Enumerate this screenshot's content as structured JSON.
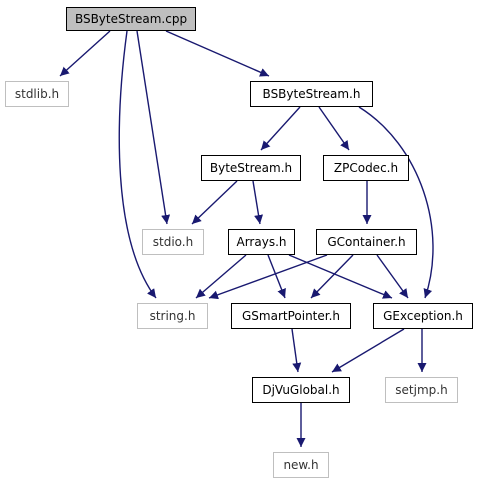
{
  "graph": {
    "edge_color": "#191970",
    "root_fill": "#bfbfbf",
    "external_border": "#bfbfbf",
    "nodes": [
      {
        "id": "bsbytestream_cpp",
        "label": "BSByteStream.cpp",
        "kind": "root"
      },
      {
        "id": "stdlib_h",
        "label": "stdlib.h",
        "kind": "external"
      },
      {
        "id": "bsbytestream_h",
        "label": "BSByteStream.h",
        "kind": "project"
      },
      {
        "id": "bytestream_h",
        "label": "ByteStream.h",
        "kind": "project"
      },
      {
        "id": "zpcodec_h",
        "label": "ZPCodec.h",
        "kind": "project"
      },
      {
        "id": "stdio_h",
        "label": "stdio.h",
        "kind": "external"
      },
      {
        "id": "arrays_h",
        "label": "Arrays.h",
        "kind": "project"
      },
      {
        "id": "gcontainer_h",
        "label": "GContainer.h",
        "kind": "project"
      },
      {
        "id": "string_h",
        "label": "string.h",
        "kind": "external"
      },
      {
        "id": "gsmartpointer_h",
        "label": "GSmartPointer.h",
        "kind": "project"
      },
      {
        "id": "gexception_h",
        "label": "GException.h",
        "kind": "project"
      },
      {
        "id": "djvuglobal_h",
        "label": "DjVuGlobal.h",
        "kind": "project"
      },
      {
        "id": "setjmp_h",
        "label": "setjmp.h",
        "kind": "external"
      },
      {
        "id": "new_h",
        "label": "new.h",
        "kind": "external"
      }
    ],
    "edges": [
      {
        "from": "bsbytestream_cpp",
        "to": "stdlib_h"
      },
      {
        "from": "bsbytestream_cpp",
        "to": "bsbytestream_h"
      },
      {
        "from": "bsbytestream_cpp",
        "to": "stdio_h"
      },
      {
        "from": "bsbytestream_cpp",
        "to": "string_h"
      },
      {
        "from": "bsbytestream_h",
        "to": "bytestream_h"
      },
      {
        "from": "bsbytestream_h",
        "to": "zpcodec_h"
      },
      {
        "from": "bsbytestream_h",
        "to": "gexception_h"
      },
      {
        "from": "bytestream_h",
        "to": "stdio_h"
      },
      {
        "from": "bytestream_h",
        "to": "arrays_h"
      },
      {
        "from": "zpcodec_h",
        "to": "gcontainer_h"
      },
      {
        "from": "arrays_h",
        "to": "string_h"
      },
      {
        "from": "arrays_h",
        "to": "gsmartpointer_h"
      },
      {
        "from": "arrays_h",
        "to": "gexception_h"
      },
      {
        "from": "gcontainer_h",
        "to": "string_h"
      },
      {
        "from": "gcontainer_h",
        "to": "gsmartpointer_h"
      },
      {
        "from": "gcontainer_h",
        "to": "gexception_h"
      },
      {
        "from": "gsmartpointer_h",
        "to": "djvuglobal_h"
      },
      {
        "from": "gexception_h",
        "to": "djvuglobal_h"
      },
      {
        "from": "gexception_h",
        "to": "setjmp_h"
      },
      {
        "from": "djvuglobal_h",
        "to": "new_h"
      }
    ]
  }
}
